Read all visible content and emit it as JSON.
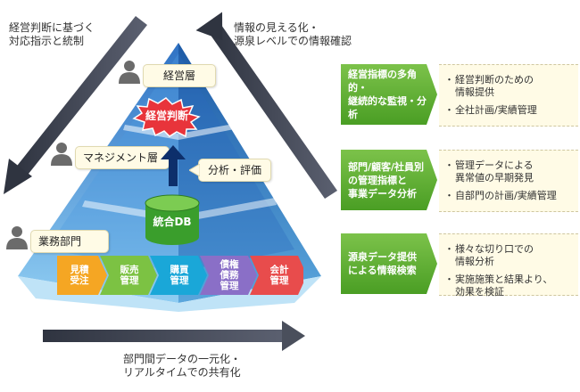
{
  "top_left_caption": "経営判断に基づく\n対応指示と統制",
  "top_right_caption": "情報の見える化・\n源泉レベルでの情報確認",
  "bottom_caption": "部門間データの一元化・\nリアルタイムでの共有化",
  "levels": {
    "executive": "経営層",
    "management": "マネジメント層",
    "business": "業務部門"
  },
  "decision_label": "経営判断",
  "analysis_label": "分析・評価",
  "db_label": "統合DB",
  "processes": [
    {
      "label": "見積\n受注",
      "color": "#f5a623"
    },
    {
      "label": "販売\n管理",
      "color": "#7cc243"
    },
    {
      "label": "購買\n管理",
      "color": "#1aa7d8"
    },
    {
      "label": "債権\n債務\n管理",
      "color": "#8a6fc7"
    },
    {
      "label": "会計\n管理",
      "color": "#e84c4c"
    }
  ],
  "rows": [
    {
      "title": "経営指標の多角的・\n継続的な監視・分析",
      "bullets": [
        "経営判断のための\n情報提供",
        "全社計画/実績管理"
      ]
    },
    {
      "title": "部門/顧客/社員別\nの管理指標と\n事業データ分析",
      "bullets": [
        "管理データによる\n異常値の早期発見",
        "自部門の計画/実績管理"
      ]
    },
    {
      "title": "源泉データ提供\nによる情報検索",
      "bullets": [
        "様々な切り口での\n情報分析",
        "実施施策と結果より、\n効果を検証"
      ]
    }
  ],
  "colors": {
    "pyramid_top": "#3a7fd0",
    "pyramid_bottom": "#7fc3ee",
    "arrow_dark": "#3a3f4c",
    "green": "#5cb130"
  },
  "icons": [
    "person-icon",
    "database-icon",
    "burst-icon",
    "arrow-up-icon"
  ]
}
